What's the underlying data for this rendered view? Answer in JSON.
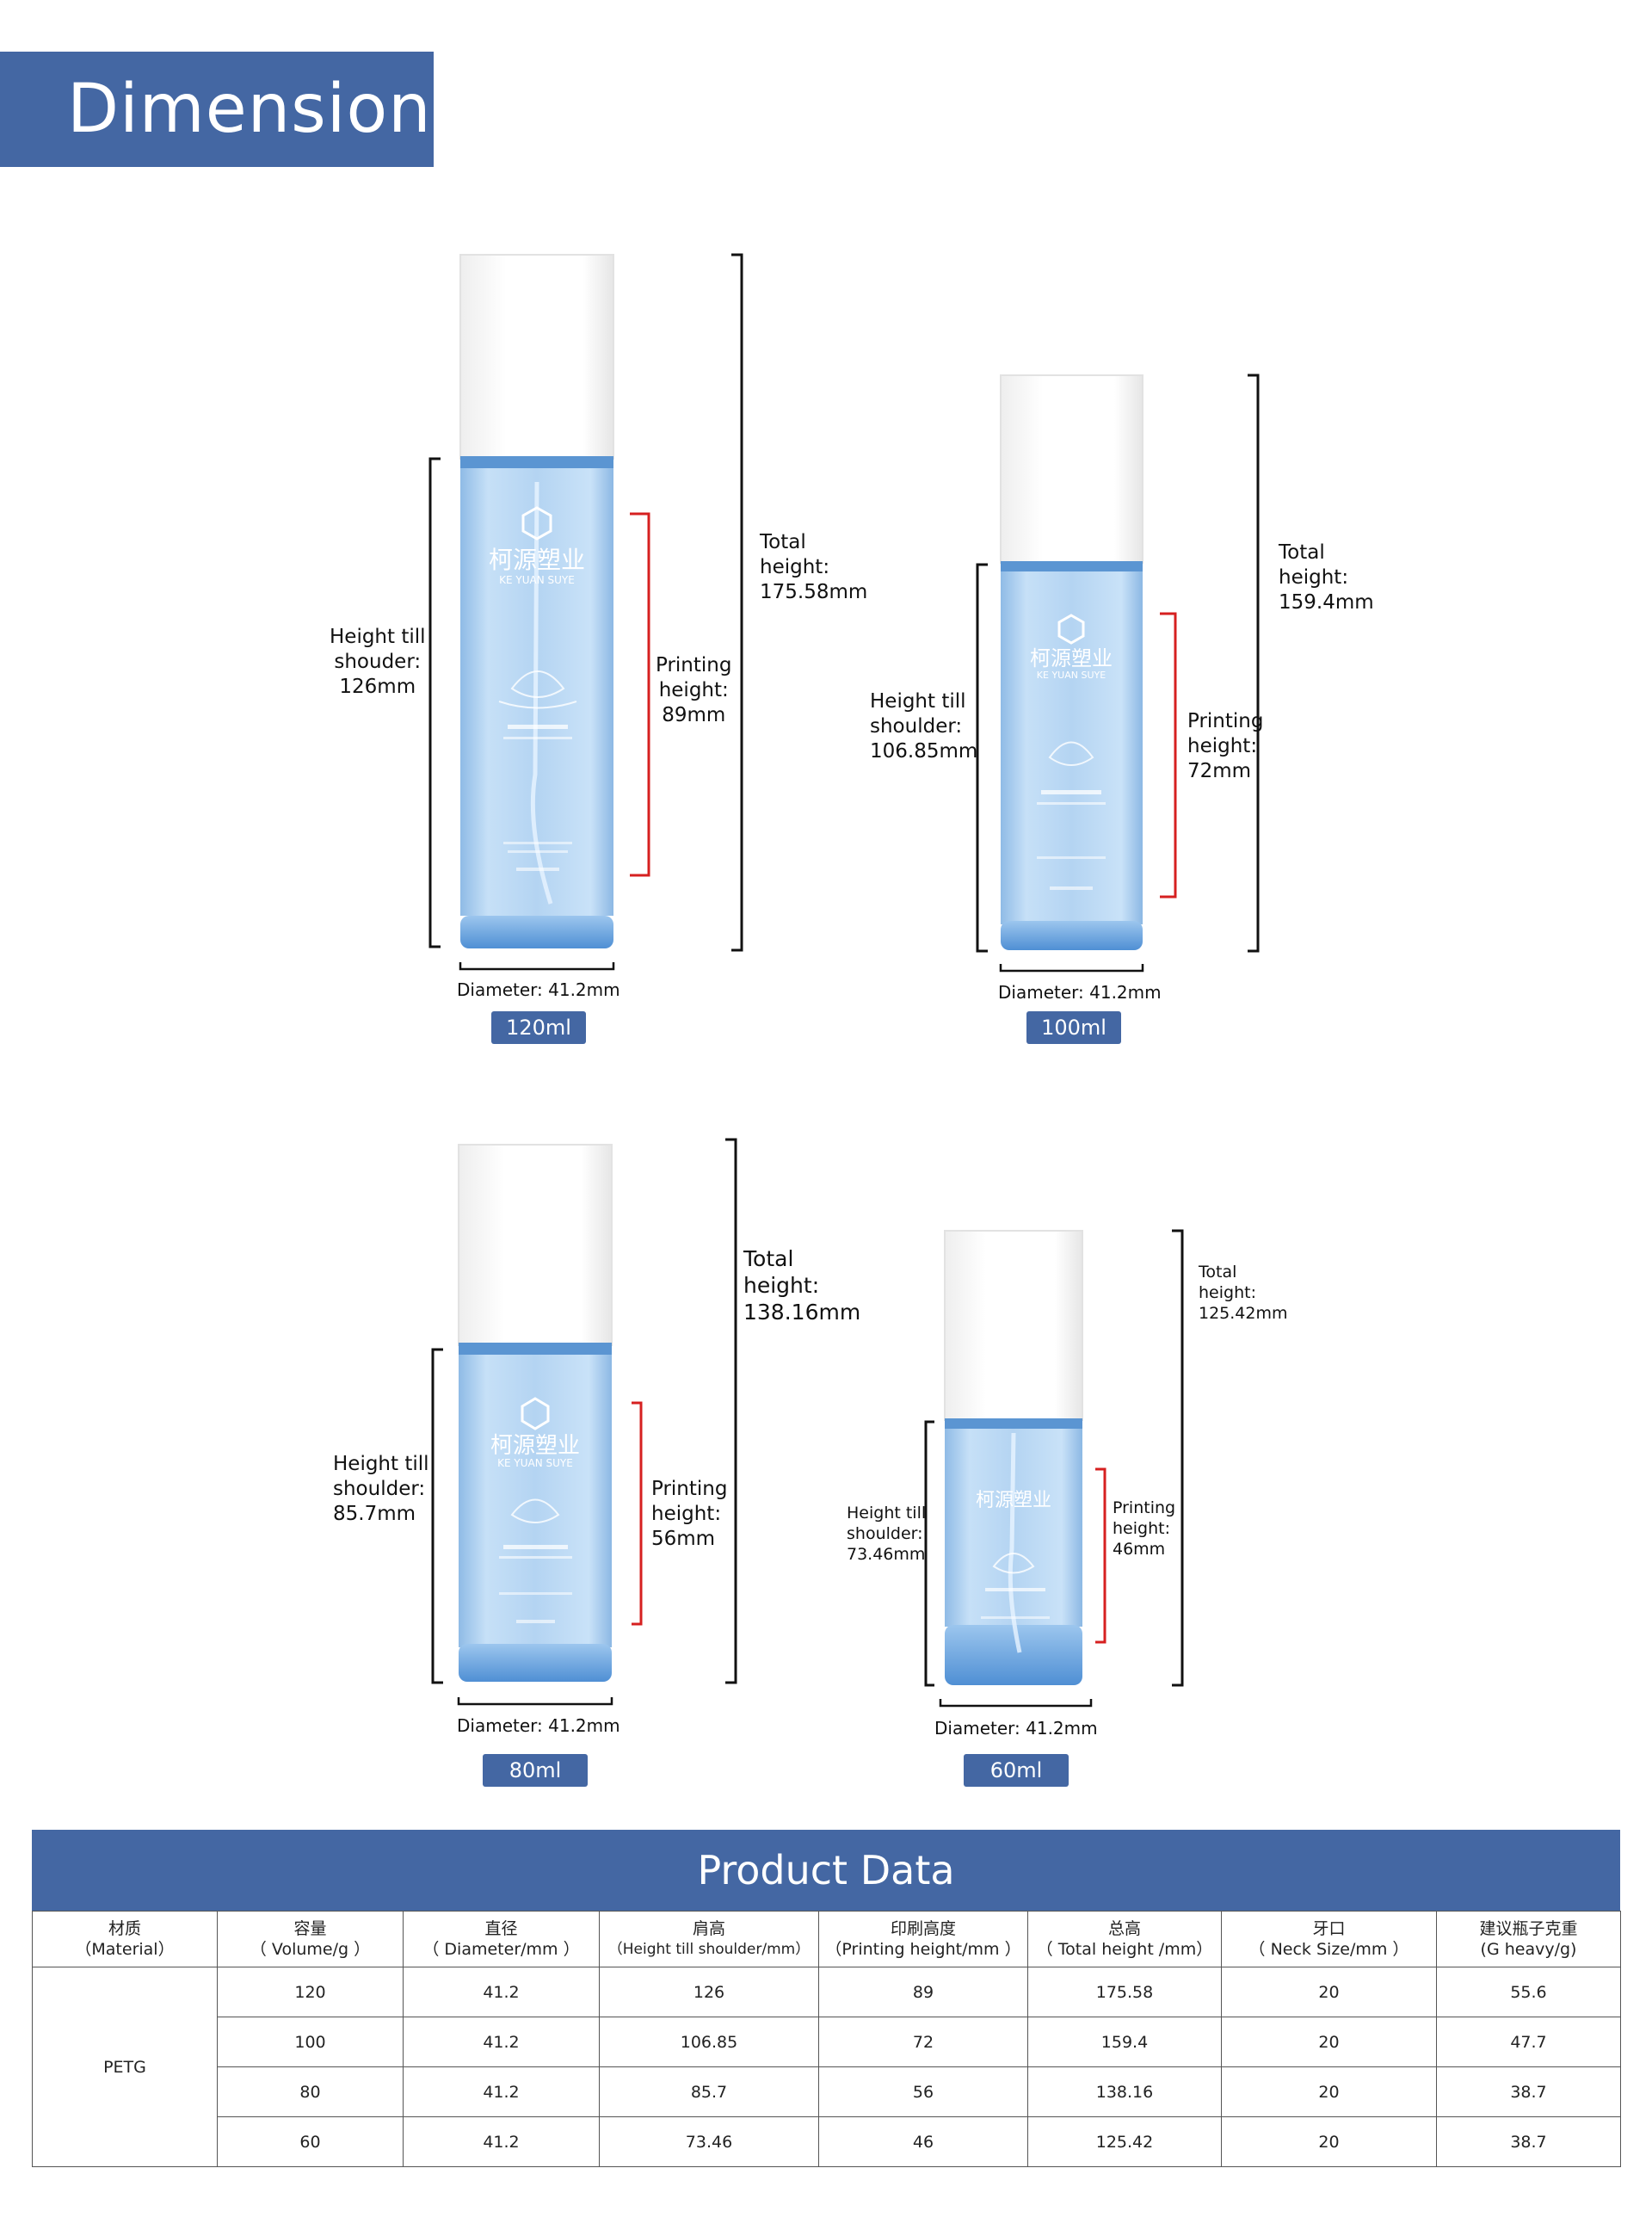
{
  "header": {
    "title": "Dimension:"
  },
  "bottles": [
    {
      "id": "120",
      "total_label": "Total\nheight:\n175.58mm",
      "shoulder_label": "Height till\nshouder:\n126mm",
      "printing_label": "Printing\nheight:\n89mm",
      "diameter_label": "Diameter:  41.2mm",
      "volume_tag": "120ml"
    },
    {
      "id": "100",
      "total_label": "Total\nheight:\n159.4mm",
      "shoulder_label": "Height till\nshoulder:\n106.85mm",
      "printing_label": "Printing\nheight:\n72mm",
      "diameter_label": "Diameter:  41.2mm",
      "volume_tag": "100ml"
    },
    {
      "id": "80",
      "total_label": "Total\nheight:\n138.16mm",
      "shoulder_label": "Height till\nshoulder:\n85.7mm",
      "printing_label": "Printing\nheight:\n56mm",
      "diameter_label": "Diameter:  41.2mm",
      "volume_tag": "80ml"
    },
    {
      "id": "60",
      "total_label": "Total\nheight:\n125.42mm",
      "shoulder_label": "Height till\nshoulder:\n73.46mm",
      "printing_label": "Printing\nheight:\n46mm",
      "diameter_label": "Diameter:  41.2mm",
      "volume_tag": "60ml"
    }
  ],
  "bottle_print": {
    "brand_cn": "柯源塑业",
    "brand_en": "KE YUAN SUYE"
  },
  "colors": {
    "brand_blue": "#4467a3",
    "bottle_blue": "#a9cdf0",
    "print_bracket": "#d62020"
  },
  "table": {
    "title": "Product Data",
    "headers": [
      {
        "cn": "材质",
        "en": "（Material）"
      },
      {
        "cn": "容量",
        "en": "（ Volume/g ）"
      },
      {
        "cn": "直径",
        "en": "（ Diameter/mm ）"
      },
      {
        "cn": "肩高",
        "en": "（Height till shoulder/mm）"
      },
      {
        "cn": "印刷高度",
        "en": "（Printing height/mm ）"
      },
      {
        "cn": "总高",
        "en": "（ Total height /mm）"
      },
      {
        "cn": "牙口",
        "en": "（ Neck Size/mm ）"
      },
      {
        "cn": "建议瓶子克重",
        "en": "(G heavy/g)"
      }
    ],
    "material": "PETG",
    "rows": [
      [
        "120",
        "41.2",
        "126",
        "89",
        "175.58",
        "20",
        "55.6"
      ],
      [
        "100",
        "41.2",
        "106.85",
        "72",
        "159.4",
        "20",
        "47.7"
      ],
      [
        "80",
        "41.2",
        "85.7",
        "56",
        "138.16",
        "20",
        "38.7"
      ],
      [
        "60",
        "41.2",
        "73.46",
        "46",
        "125.42",
        "20",
        "38.7"
      ]
    ]
  }
}
